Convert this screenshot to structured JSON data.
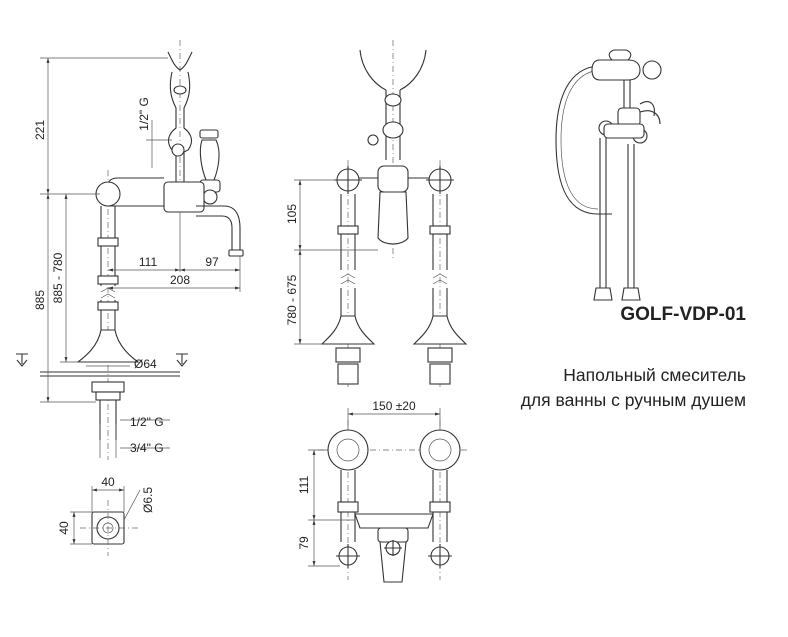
{
  "product": {
    "model": "GOLF-VDP-01",
    "description_line1": "Напольный смеситель",
    "description_line2": "для ванны с ручным душем"
  },
  "dimensions": {
    "height_top": "221",
    "thread_top": "1/2\" G",
    "height_total": "885",
    "height_range": "885 - 780",
    "spout_a": "111",
    "spout_b": "97",
    "spout_total": "208",
    "base_diameter": "Ø64",
    "thread_inlet": "1/2\" G",
    "thread_outlet": "3/4\" G",
    "foot_width": "40",
    "foot_depth": "40",
    "foot_hole": "Ø6.5",
    "front_height_a": "105",
    "front_height_range": "780 - 675",
    "plan_spacing": "150 ±20",
    "plan_depth_a": "111",
    "plan_depth_b": "79"
  }
}
